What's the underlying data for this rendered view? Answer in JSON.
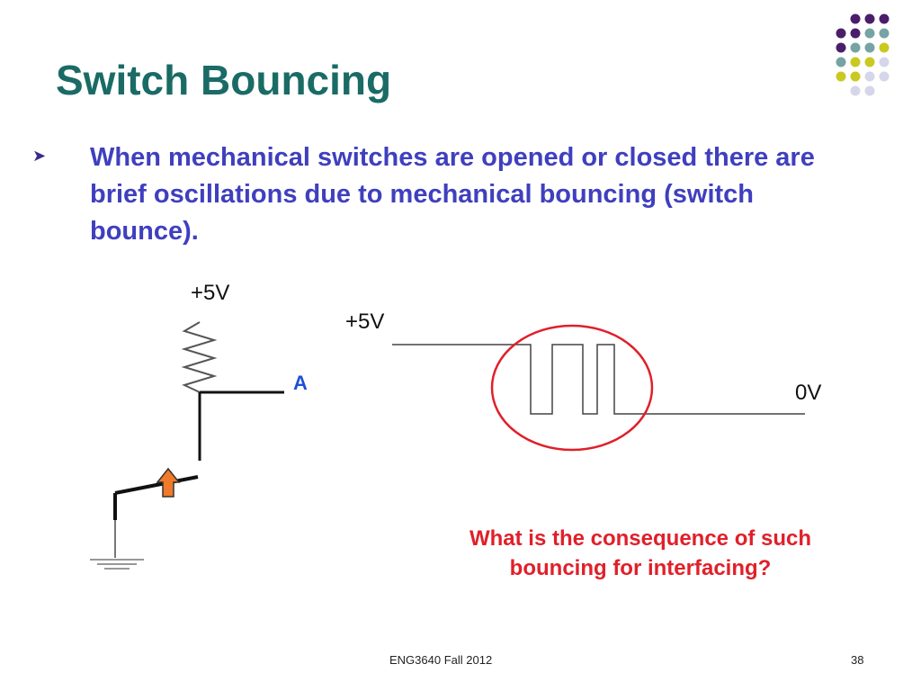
{
  "slide": {
    "title": "Switch Bouncing",
    "bullet": "When mechanical switches are opened or closed there are brief oscillations due to mechanical bouncing (switch bounce).",
    "question": "What is the consequence of such bouncing for interfacing?"
  },
  "circuit": {
    "supply_label": "+5V",
    "node_label": "A"
  },
  "waveform": {
    "high_label": "+5V",
    "low_label": "0V"
  },
  "footer": {
    "course": "ENG3640 Fall 2012",
    "page": "38"
  },
  "colors": {
    "title": "#1a6b66",
    "bullet_text": "#3f3fbf",
    "question": "#e0202a",
    "node_label": "#1f4fd8",
    "highlight_ellipse": "#e0202a",
    "switch_arrow": "#f07a2a",
    "dot_purple": "#4a1e6a",
    "dot_teal": "#76a3a3",
    "dot_yellow": "#c9c921",
    "dot_lavender": "#d6d6ea"
  }
}
